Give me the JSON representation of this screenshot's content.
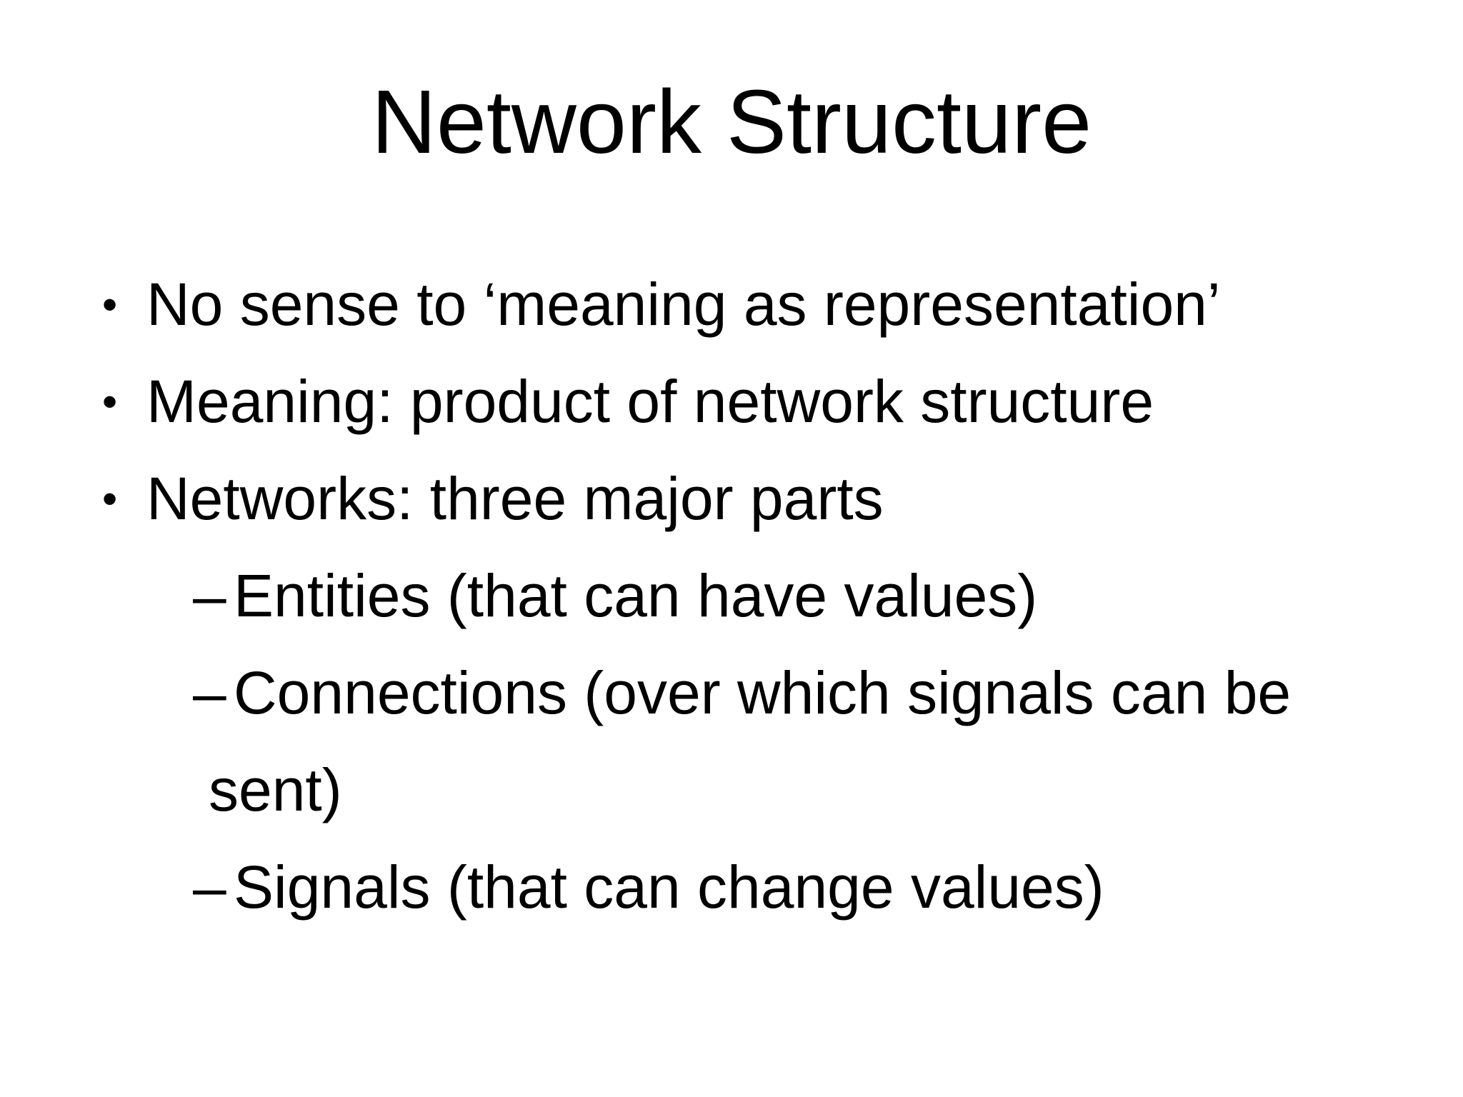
{
  "slide": {
    "title": "Network Structure",
    "markers": {
      "level1": "•",
      "level2": "–"
    },
    "bullets": [
      {
        "level": 1,
        "text": "No sense to ‘meaning as representation’"
      },
      {
        "level": 1,
        "text": "Meaning: product of network structure"
      },
      {
        "level": 1,
        "text": "Networks: three major parts"
      },
      {
        "level": 2,
        "text": "Entities (that can have values)"
      },
      {
        "level": 2,
        "text": "Connections (over which signals can be sent)"
      },
      {
        "level": 2,
        "text": "Signals (that can change values)"
      }
    ],
    "colors": {
      "background": "#ffffff",
      "text": "#000000"
    }
  }
}
